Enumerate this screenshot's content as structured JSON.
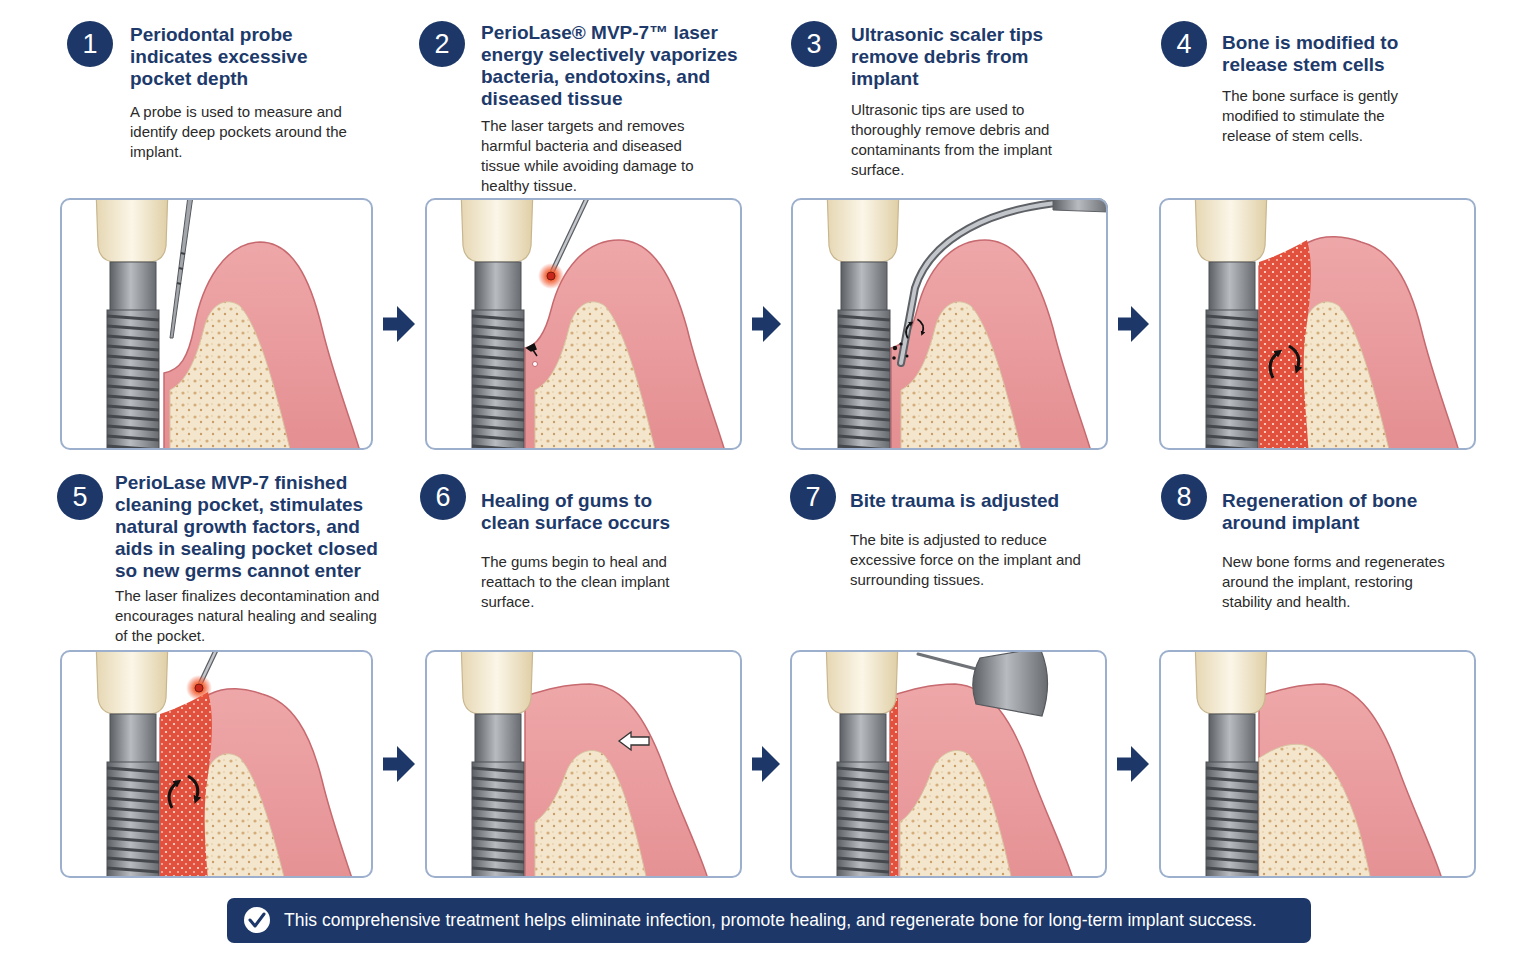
{
  "diagram": {
    "nodes": [
      {
        "text": [
          "1",
          "Periodontal probe indicates excessive pocket depth",
          "A probe is used to measure and identify deep pockets around the implant."
        ]
      },
      {
        "text": [
          "2",
          "PerioLase® MVP-7™ laser energy selectively vaporizes bacteria, endotoxins, and diseased tissue",
          "The laser targets and removes harmful bacteria and diseased tissue while avoiding damage to healthy tissue."
        ]
      },
      {
        "text": [
          "3",
          "Ultrasonic scaler tips remove debris from implant",
          "Ultrasonic tips are used to thoroughly remove debris and contaminants from the implant surface."
        ]
      },
      {
        "text": [
          "4",
          "Bone is modified to release stem cells",
          "The bone surface is gently modified to stimulate the release of stem cells."
        ]
      },
      {
        "text": [
          "5",
          "PerioLase MVP-7 finished cleaning pocket, stimulates natural growth factors, and aids in sealing pocket closed so new germs cannot enter",
          "The laser finalizes decontamination and encourages natural healing and sealing of the pocket."
        ]
      },
      {
        "text": [
          "6",
          "Healing of gums to clean surface occurs",
          "The gums begin to heal and reattach to the clean implant surface."
        ]
      },
      {
        "text": [
          "7",
          "Bite trauma is adjusted",
          "The bite is adjusted to reduce excessive force on the implant and surrounding tissues."
        ]
      },
      {
        "text": [
          "8",
          "Regeneration of bone around implant",
          "New bone forms and regenerates around the implant, restoring stability and health."
        ]
      },
      {
        "text": [
          "This comprehensive treatment helps eliminate infection, promote healing, and regenerate bone for long-term implant success."
        ]
      }
    ],
    "edges": [
      {
        "from": 0,
        "to": 1,
        "arrow": "to"
      },
      {
        "from": 1,
        "to": 2,
        "arrow": "to"
      },
      {
        "from": 2,
        "to": 3,
        "arrow": "to"
      },
      {
        "from": 4,
        "to": 5,
        "arrow": "to"
      },
      {
        "from": 5,
        "to": 6,
        "arrow": "to"
      },
      {
        "from": 6,
        "to": 7,
        "arrow": "to"
      }
    ]
  }
}
